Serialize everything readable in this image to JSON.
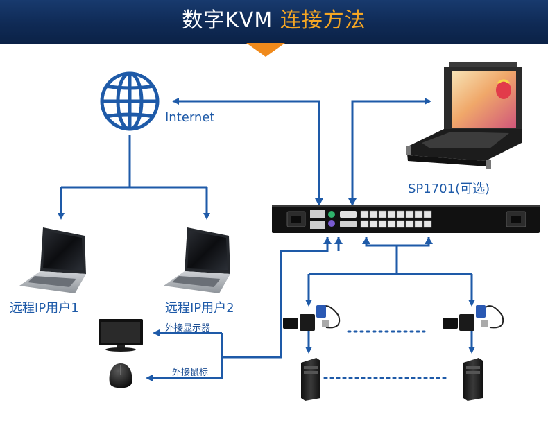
{
  "header": {
    "title_main": "数字KVM ",
    "title_accent": "连接方法",
    "colors": {
      "background": "#0f2a55",
      "accent": "#f5a623",
      "pointer": "#f08a1c",
      "connector": "#1e5aa8"
    }
  },
  "nodes": {
    "internet": {
      "label": "Internet",
      "icon": "globe-icon"
    },
    "console": {
      "label": "SP1701(可选)",
      "icon": "rack-console-drawer-icon"
    },
    "switch": {
      "icon": "kvm-switch-icon"
    },
    "user1": {
      "label": "远程IP用户1",
      "icon": "laptop-icon"
    },
    "user2": {
      "label": "远程IP用户2",
      "icon": "laptop-icon"
    },
    "monitor": {
      "label": "外接显示器",
      "icon": "monitor-icon"
    },
    "mouse": {
      "label": "外接鼠标",
      "icon": "mouse-icon"
    },
    "adapter_left": {
      "icon": "kvm-adapter-cable-icon"
    },
    "adapter_right": {
      "icon": "kvm-adapter-cable-icon"
    },
    "server_left": {
      "icon": "tower-server-icon"
    },
    "server_right": {
      "icon": "tower-server-icon"
    }
  }
}
